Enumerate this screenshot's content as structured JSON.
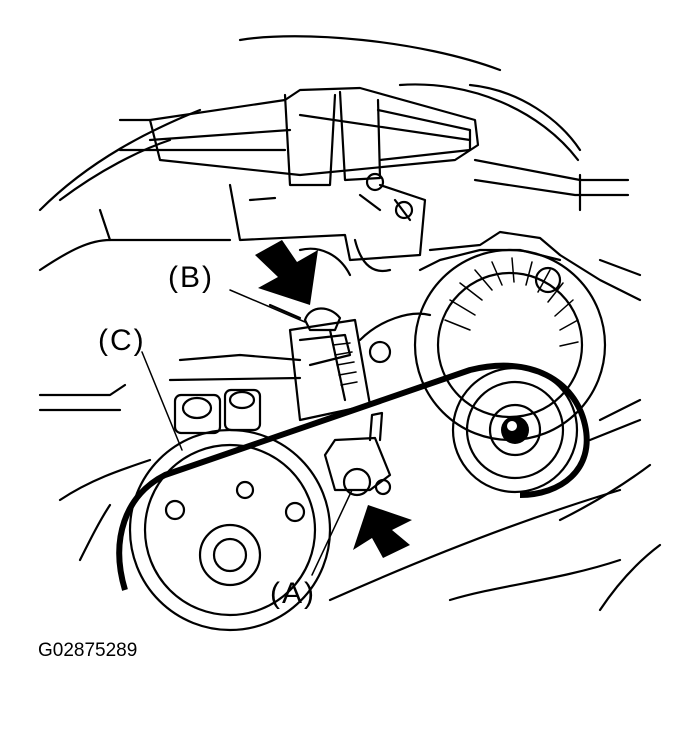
{
  "figure": {
    "labels": {
      "a": "(A)",
      "b": "(B)",
      "c": "(C)"
    },
    "caption": "G02875289"
  }
}
